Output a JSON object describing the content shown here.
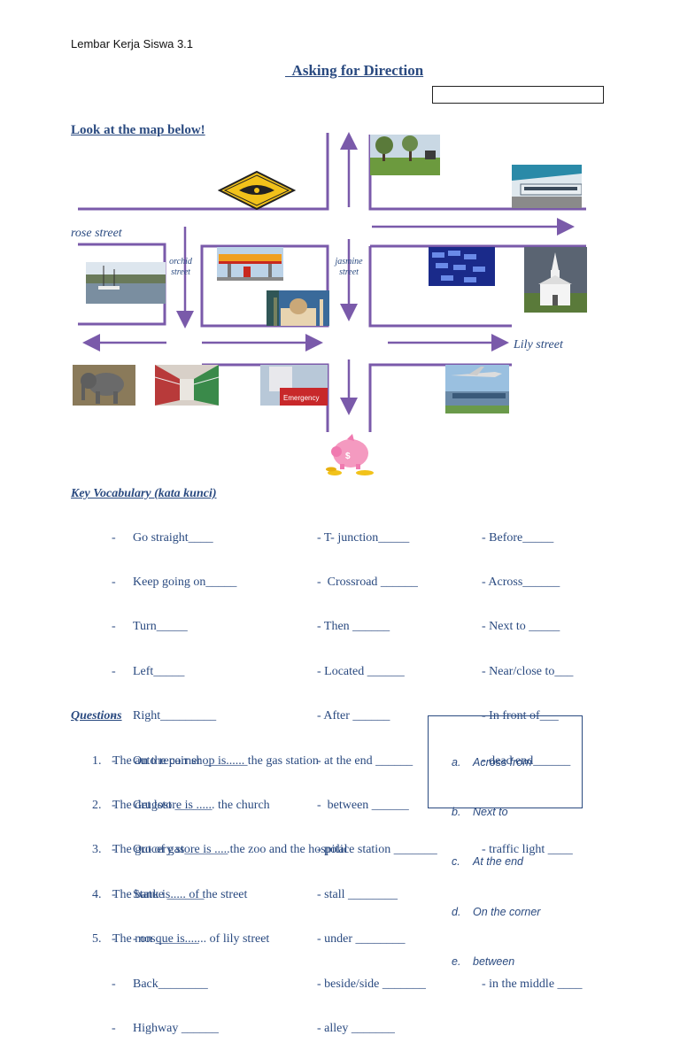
{
  "header_label": "Lembar Kerja Siswa 3.1",
  "title": "  Asking for Direction",
  "instruction": "Look at the map below!",
  "streets": {
    "rose": "rose street",
    "orchid": [
      "orchid",
      "street"
    ],
    "jasmine": [
      "jasmine",
      "street"
    ],
    "lily": "Lily street"
  },
  "map_places": [
    "auto-repair-sign",
    "park",
    "train-station",
    "harbor",
    "gas-station",
    "mosque",
    "bank",
    "church",
    "zoo",
    "grocery-store",
    "hospital",
    "airport",
    "piggy-bank"
  ],
  "hospital_sign": "Emergency",
  "colors": {
    "road": "#7a5aaa",
    "text": "#2a4a80"
  },
  "vocabulary": {
    "title": "Key Vocabulary (kata kunci)",
    "col1": [
      "Go straight____",
      "Keep going on_____",
      "Turn_____",
      "Left_____",
      "Right_________",
      "On the corner _______",
      "Get lost ______",
      "Out of gas_______",
      "Statue ______",
      "- on _______",
      "Back________",
      "Highway ______"
    ],
    "col2": [
      "- T- junction_____",
      "-  Crossroad ______",
      "- Then ______",
      "- Located ______",
      "- After ______",
      "- at the end ______",
      "-  between ______",
      "- police station _______",
      "- stall ________",
      "- under ________",
      "- beside/side _______",
      "- alley _______"
    ],
    "col3": [
      "- Before_____",
      "- Across______",
      "- Next to _____",
      "- Near/close to___",
      "- In front of___",
      "- dead end______",
      "",
      "- traffic light ____",
      "",
      "",
      "- in the middle ____",
      ""
    ]
  },
  "questions": {
    "title": "Questions",
    "items": [
      {
        "num": "1.",
        "text": "The auto repair shop is...... the gas station"
      },
      {
        "num": "2.",
        "text": "The drugstore is ...... the church"
      },
      {
        "num": "3.",
        "text": "The grocery store is .....the zoo and the hospital"
      },
      {
        "num": "4.",
        "text": "The bank is..... of the street"
      },
      {
        "num": "5.",
        "text": "The mosque is....... of lily street"
      }
    ]
  },
  "answers": [
    {
      "letter": "a.",
      "text": "Across from"
    },
    {
      "letter": "b.",
      "text": "Next to"
    },
    {
      "letter": "c.",
      "text": "At the end"
    },
    {
      "letter": "d.",
      "text": "On the corner"
    },
    {
      "letter": "e.",
      "text": "between"
    }
  ]
}
